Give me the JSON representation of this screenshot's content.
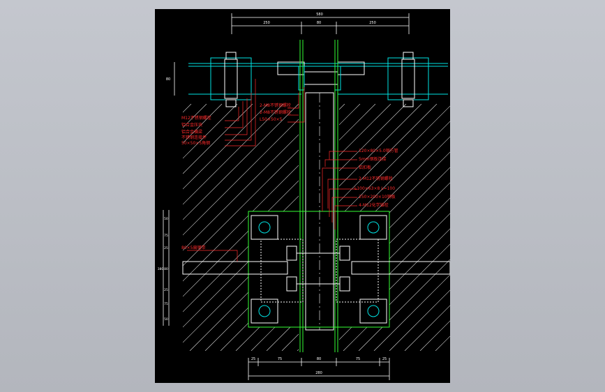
{
  "drawing": {
    "top_dims": [
      "250",
      "80",
      "250"
    ],
    "top_overall": "580",
    "left_dim": "80",
    "bottom_dims": [
      "25",
      "75",
      "80",
      "75",
      "25"
    ],
    "bottom_overall": "280",
    "left_stack": [
      "50",
      "75",
      "25",
      "80",
      "25",
      "75",
      "50"
    ],
    "left_overall": "380",
    "callouts_top_left": [
      "M12不锈钢螺栓",
      "铝合金压块",
      "铝合金横梁",
      "不锈钢连接件",
      "50×50×5角钢"
    ],
    "callouts_top_mid": [
      "2-M8不锈钢螺栓",
      "2-M8不锈钢螺栓",
      "L50×50×5"
    ],
    "callouts_right": [
      "120×80×5.0钢方管",
      "5mm钢板连接",
      "铝扣板",
      "2-M12不锈钢螺栓",
      "L100×63×8  L=100",
      "250×200×10钢板",
      "4-M12化学锚栓"
    ],
    "callout_left": "80×5扁钢带"
  },
  "colors": {
    "background": "#000000",
    "dim": "#ffffff",
    "note": "#ff2a2a",
    "steel": "#00e5e5",
    "plate": "#33ff33",
    "bolt": "#ffffff"
  }
}
